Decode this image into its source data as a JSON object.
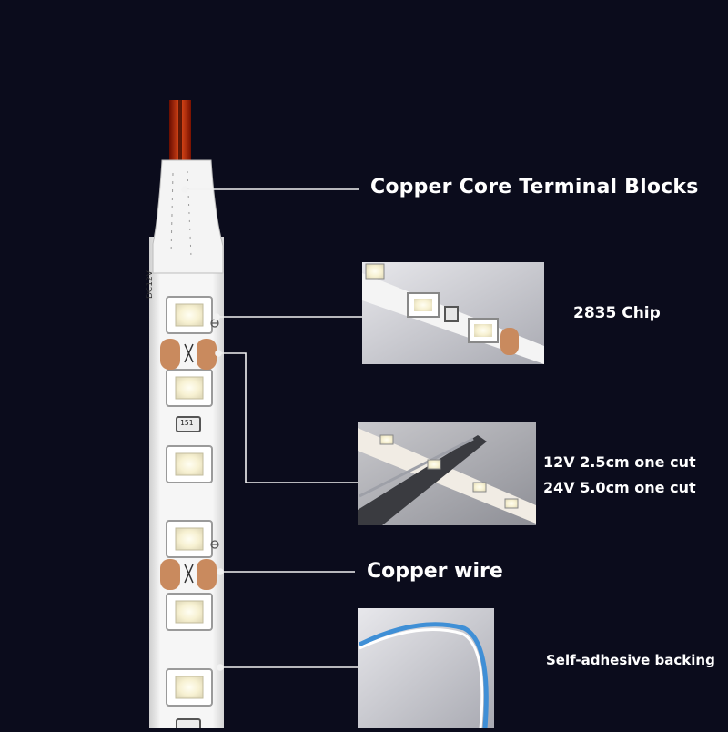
{
  "labels": {
    "terminal": "Copper Core Terminal Blocks",
    "chip": "2835 Chip",
    "cut_12v": "12V 2.5cm one cut",
    "cut_24v": "24V 5.0cm one cut",
    "copper_wire": "Copper wire",
    "adhesive": "Self-adhesive backing"
  },
  "strip_markings": {
    "voltage": "DC12V",
    "resistor": "151"
  },
  "colors": {
    "background": "#0b0c1c",
    "strip": "#f3f3f3",
    "copper": "#c98a5e",
    "wire": "#d63a12",
    "callout_line": "#f2f2f2",
    "adhesive_tape": "#3f8fd6"
  }
}
